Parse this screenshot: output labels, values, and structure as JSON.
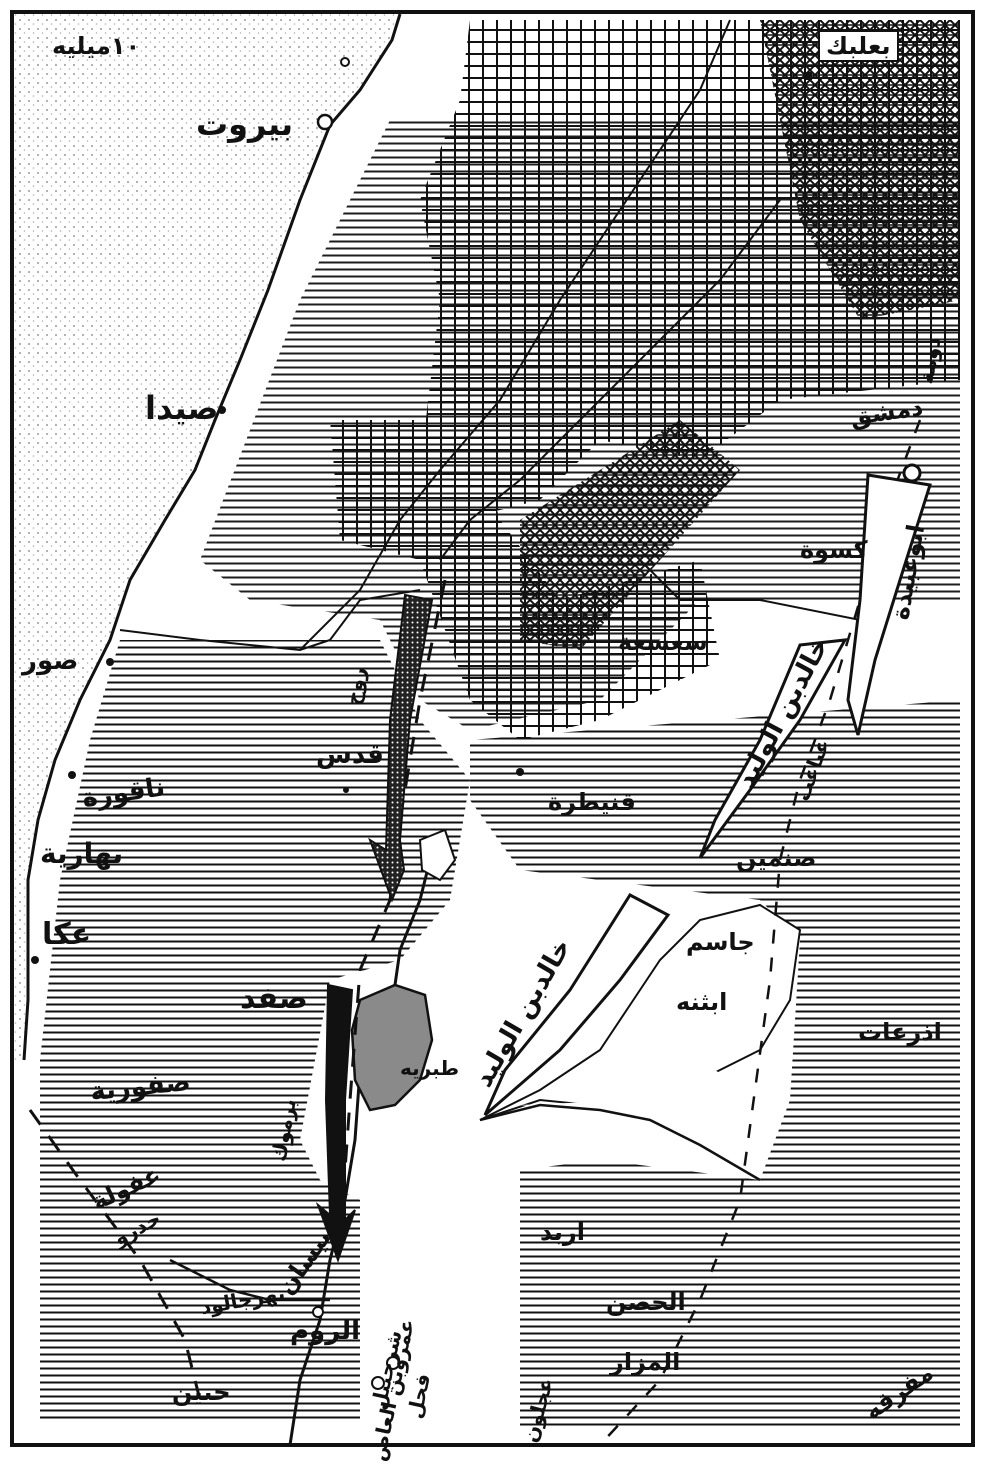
{
  "map": {
    "colors": {
      "ink": "#111111",
      "paper": "#ffffff",
      "sea_dots": "#9a9a9a",
      "lake": "#8a8a8a"
    },
    "labels": {
      "scale": "١٠ميليه",
      "baalbek": "بعلبك",
      "beirut": "بيروت",
      "sidon": "صيدا",
      "tyre": "صور",
      "naqoura": "ناقورة",
      "nahariya": "نهارية",
      "acre": "عكا",
      "qadas": "قدس",
      "safad": "صفد",
      "saffuriya": "صفورية",
      "afula": "عفولة",
      "jidru": "جدرو",
      "jenin": "جنين",
      "baysan": "بيسان",
      "nahr_jalud": "نهرجالود",
      "rum": "الروم",
      "amr": "عمروبن العاص",
      "shurahbil": "شرحبيل",
      "fahl": "فحل",
      "ajlun": "عجلون",
      "mafraq": "مفرقه",
      "mazar": "المزار",
      "husn": "الحصن",
      "irbid": "اربد",
      "adhriat": "اذرعات",
      "ithna": "ابثنه",
      "jasim": "جاسم",
      "sanamein": "صنمين",
      "ghabaghib": "غباغب",
      "quneitra": "قنيطرة",
      "saasa": "سعسعة",
      "kiswa": "كسوة",
      "damascus": "دمشق",
      "duma": "دومة",
      "khalid_north": "خالدبن الوليد",
      "khalid_south": "خالدبن الوليد",
      "abu_ubayda": "ابوعبيدة",
      "tiberias": "طبريه",
      "yarmouk": "يرموك",
      "ruh": "روح"
    }
  }
}
